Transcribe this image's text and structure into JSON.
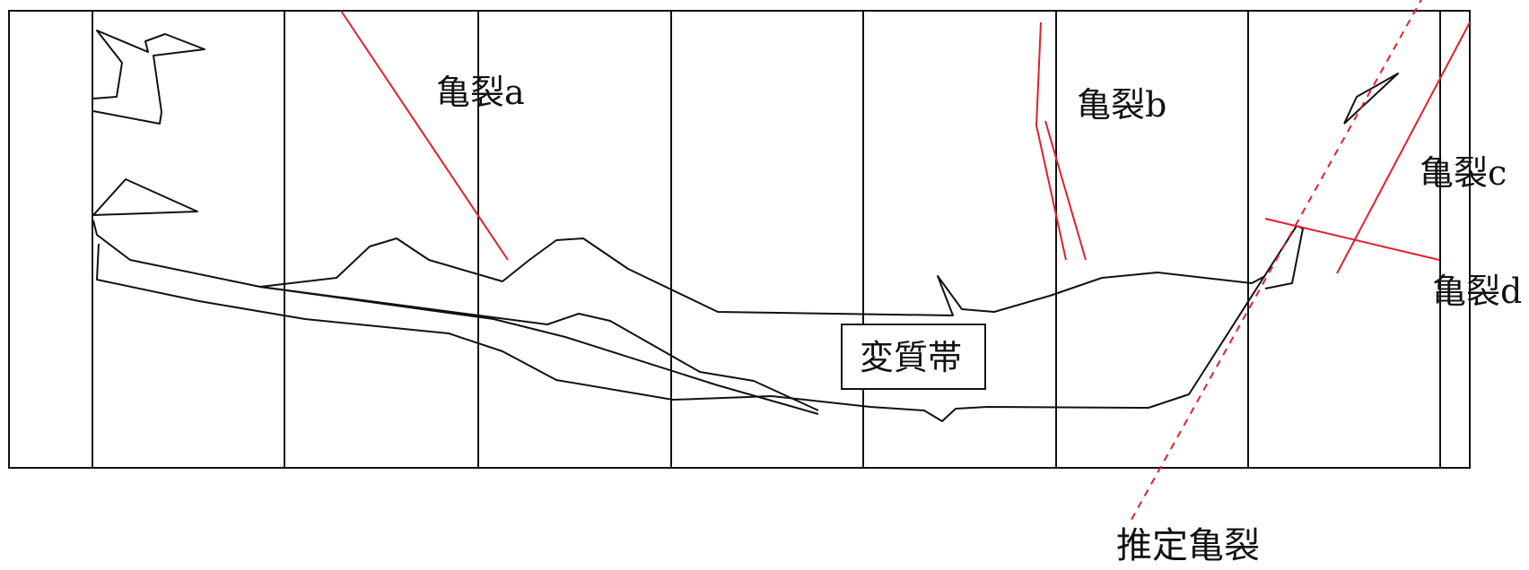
{
  "labels": {
    "crack_a": "亀裂a",
    "crack_b": "亀裂b",
    "crack_c": "亀裂c",
    "crack_d": "亀裂d",
    "alteration_zone": "変質帯",
    "estimated_crack": "推定亀裂"
  },
  "colors": {
    "frame": "#111111",
    "outline": "#111111",
    "crack": "#e31f2b",
    "estimated_crack": "#e31f2b",
    "background": "#ffffff"
  }
}
